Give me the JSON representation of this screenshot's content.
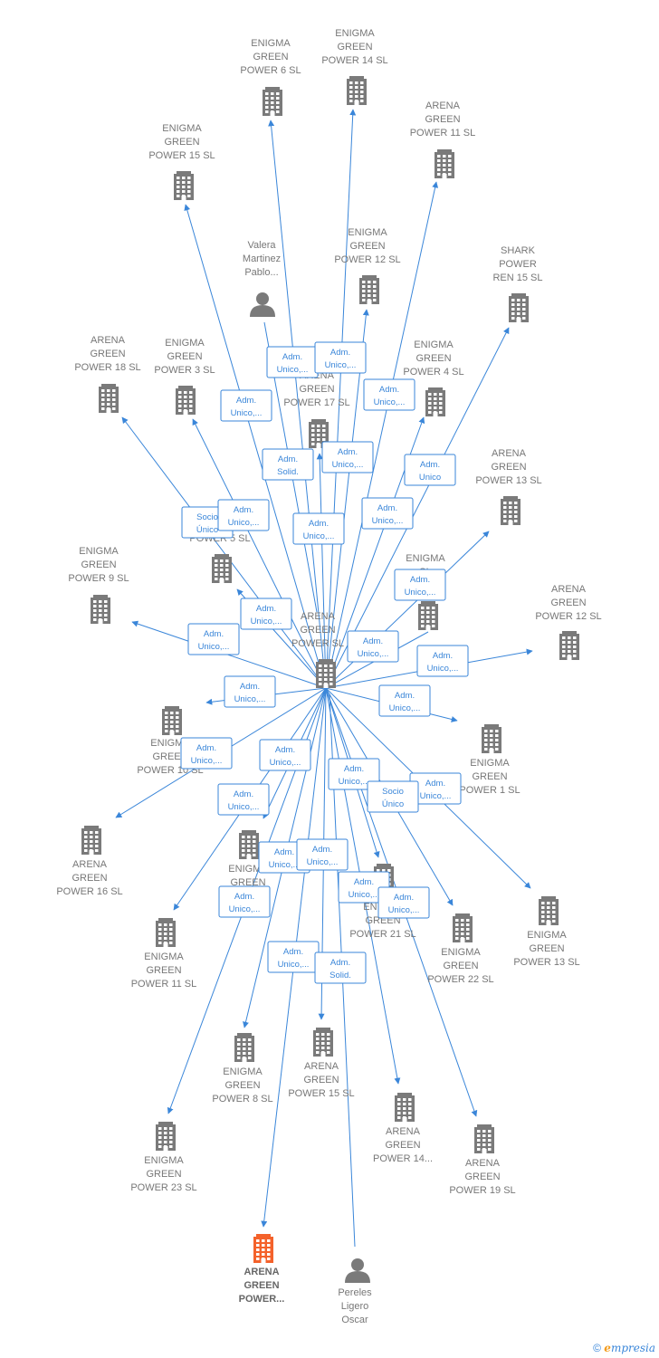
{
  "colors": {
    "edge": "#3a86d9",
    "building": "#7a7a7a",
    "highlight": "#f4622b",
    "person": "#7a7a7a",
    "label": "#777777"
  },
  "center": {
    "id": "center",
    "lines": [
      "ARENA",
      "GREEN",
      "POWER  SL"
    ],
    "icon": "building-icon"
  },
  "nodes": [
    {
      "id": "eg6",
      "lines": [
        "ENIGMA",
        "GREEN",
        "POWER 6  SL"
      ],
      "icon": "building-icon",
      "relation": [
        "Adm.",
        "Unico,..."
      ]
    },
    {
      "id": "eg14",
      "lines": [
        "ENIGMA",
        "GREEN",
        "POWER 14  SL"
      ],
      "icon": "building-icon",
      "relation": [
        "Adm.",
        "Unico,..."
      ]
    },
    {
      "id": "ag11",
      "lines": [
        "ARENA",
        "GREEN",
        "POWER 11  SL"
      ],
      "icon": "building-icon",
      "relation": [
        "Adm.",
        "Unico,..."
      ]
    },
    {
      "id": "eg15",
      "lines": [
        "ENIGMA",
        "GREEN",
        "POWER 15  SL"
      ],
      "icon": "building-icon",
      "relation": [
        "Adm.",
        "Unico,..."
      ]
    },
    {
      "id": "valera",
      "lines": [
        "Valera",
        "Martinez",
        "Pablo..."
      ],
      "icon": "person-icon",
      "relation": [
        "Adm.",
        "Solid."
      ]
    },
    {
      "id": "eg12",
      "lines": [
        "ENIGMA",
        "GREEN",
        "POWER 12  SL"
      ],
      "icon": "building-icon",
      "relation": [
        "Adm.",
        "Unico,..."
      ]
    },
    {
      "id": "shark15",
      "lines": [
        "SHARK",
        "POWER",
        "REN 15  SL"
      ],
      "icon": "building-icon",
      "relation": [
        "Adm.",
        "Unico"
      ]
    },
    {
      "id": "ag18",
      "lines": [
        "ARENA",
        "GREEN",
        "POWER 18  SL"
      ],
      "icon": "building-icon",
      "relation": [
        "Socio",
        "Único"
      ]
    },
    {
      "id": "eg3",
      "lines": [
        "ENIGMA",
        "GREEN",
        "POWER 3  SL"
      ],
      "icon": "building-icon",
      "relation": [
        "Adm.",
        "Unico,..."
      ]
    },
    {
      "id": "ag17",
      "lines": [
        "ARENA",
        "GREEN",
        "POWER 17  SL"
      ],
      "icon": "building-icon",
      "relation": [
        "Adm.",
        "Unico,..."
      ]
    },
    {
      "id": "eg4",
      "lines": [
        "ENIGMA",
        "GREEN",
        "POWER 4  SL"
      ],
      "icon": "building-icon",
      "relation": [
        "Adm.",
        "Unico,..."
      ]
    },
    {
      "id": "ag13",
      "lines": [
        "ARENA",
        "GREEN",
        "POWER 13  SL"
      ],
      "icon": "building-icon",
      "relation": [
        "Adm.",
        "Unico,..."
      ]
    },
    {
      "id": "p5",
      "lines": [
        "POWER 5  SL"
      ],
      "icon": "building-icon",
      "relation": [
        "Adm.",
        "Unico,..."
      ]
    },
    {
      "id": "eg9",
      "lines": [
        "ENIGMA",
        "GREEN",
        "POWER 9  SL"
      ],
      "icon": "building-icon",
      "relation": [
        "Adm.",
        "Unico,..."
      ]
    },
    {
      "id": "enig_r",
      "lines": [
        "ENIGMA",
        "",
        "SL"
      ],
      "icon": "building-icon",
      "relation": [
        "Adm.",
        "Unico,..."
      ]
    },
    {
      "id": "ag12",
      "lines": [
        "ARENA",
        "GREEN",
        "POWER 12  SL"
      ],
      "icon": "building-icon",
      "relation": [
        "Adm.",
        "Unico,..."
      ]
    },
    {
      "id": "eg10",
      "lines": [
        "ENIGMA",
        "GREEN",
        "POWER 10  SL"
      ],
      "icon": "building-icon",
      "relation": [
        "Adm.",
        "Unico,..."
      ]
    },
    {
      "id": "eg1",
      "lines": [
        "ENIGMA",
        "GREEN",
        "POWER 1  SL"
      ],
      "icon": "building-icon",
      "relation": [
        "Adm.",
        "Unico,..."
      ]
    },
    {
      "id": "ag16",
      "lines": [
        "ARENA",
        "GREEN",
        "POWER 16  SL"
      ],
      "icon": "building-icon",
      "relation": [
        "Adm.",
        "Unico,..."
      ]
    },
    {
      "id": "eg_mid",
      "lines": [
        "ENIGMA",
        "GREEN",
        "POWER",
        "SL"
      ],
      "icon": "building-icon",
      "relation": [
        "Adm.",
        "Unico,..."
      ]
    },
    {
      "id": "eg21",
      "lines": [
        "ENIGMA",
        "GREEN",
        "POWER 21  SL"
      ],
      "icon": "building-icon",
      "relation": [
        "Adm.",
        "Unico,..."
      ]
    },
    {
      "id": "eg13",
      "lines": [
        "ENIGMA",
        "GREEN",
        "POWER 13  SL"
      ],
      "icon": "building-icon",
      "relation": [
        "Adm.",
        "Unico,..."
      ]
    },
    {
      "id": "eg11",
      "lines": [
        "ENIGMA",
        "GREEN",
        "POWER 11  SL"
      ],
      "icon": "building-icon",
      "relation": [
        "Adm.",
        "Unico,..."
      ]
    },
    {
      "id": "eg22",
      "lines": [
        "ENIGMA",
        "GREEN",
        "POWER 22  SL"
      ],
      "icon": "building-icon",
      "relation": [
        "Socio",
        "Único"
      ]
    },
    {
      "id": "eg8",
      "lines": [
        "ENIGMA",
        "GREEN",
        "POWER 8  SL"
      ],
      "icon": "building-icon",
      "relation": [
        "Adm.",
        "Unico,..."
      ]
    },
    {
      "id": "ag15",
      "lines": [
        "ARENA",
        "GREEN",
        "POWER 15  SL"
      ],
      "icon": "building-icon",
      "relation": [
        "Adm.",
        "Unico,..."
      ]
    },
    {
      "id": "ag14",
      "lines": [
        "ARENA",
        "GREEN",
        "POWER 14..."
      ],
      "icon": "building-icon",
      "relation": [
        "Adm.",
        "Unico,..."
      ]
    },
    {
      "id": "ag19",
      "lines": [
        "ARENA",
        "GREEN",
        "POWER 19  SL"
      ],
      "icon": "building-icon",
      "relation": [
        "Adm.",
        "Unico,..."
      ]
    },
    {
      "id": "eg23",
      "lines": [
        "ENIGMA",
        "GREEN",
        "POWER 23  SL"
      ],
      "icon": "building-icon",
      "relation": [
        "Adm.",
        "Unico,..."
      ]
    },
    {
      "id": "agp",
      "lines": [
        "ARENA",
        "GREEN",
        "POWER..."
      ],
      "icon": "building-icon",
      "highlight": true,
      "relation": [
        "Adm.",
        "Unico,..."
      ]
    },
    {
      "id": "pereles",
      "lines": [
        "Pereles",
        "Ligero",
        "Oscar"
      ],
      "icon": "person-icon",
      "relation": [
        "Adm.",
        "Solid."
      ]
    }
  ],
  "footer": {
    "copyright": "©",
    "brand_first": "e",
    "brand_rest": "mpresia"
  }
}
